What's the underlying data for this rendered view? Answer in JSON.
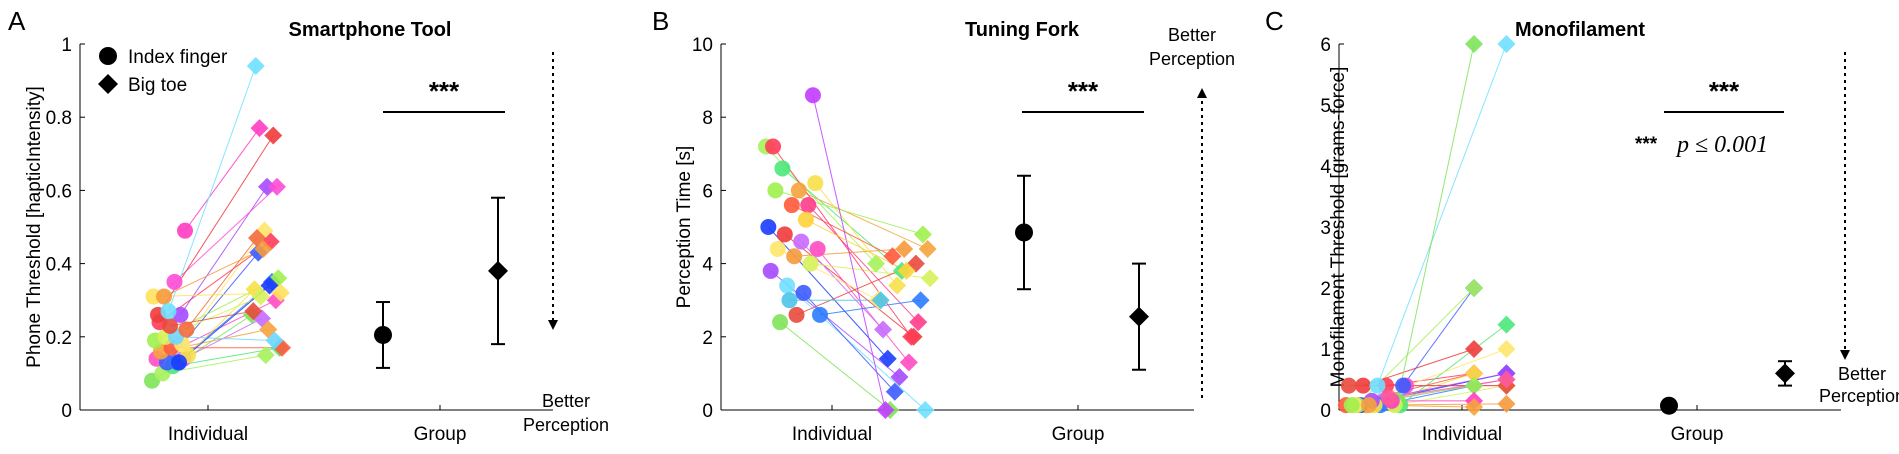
{
  "chart_data": [
    {
      "type": "scatter",
      "panel_letter": "A",
      "title": "Smartphone Tool",
      "xlabel": "",
      "ylabel": "Phone Threshold [hapticIntensity]",
      "ylim": [
        0,
        1
      ],
      "yticks": [
        0,
        0.2,
        0.4,
        0.6,
        0.8,
        1
      ],
      "ytick_labels": [
        "0",
        "0.2",
        "0.4",
        "0.6",
        "0.8",
        "1"
      ],
      "categories": [
        "Individual",
        "Group"
      ],
      "grid": false,
      "legend": {
        "placement": "top-left",
        "entries": [
          {
            "marker": "circle",
            "label": "Index finger"
          },
          {
            "marker": "diamond",
            "label": "Big toe"
          }
        ]
      },
      "individual_pairs": [
        {
          "color": "#7fe35a",
          "finger": 0.08,
          "toe": 0.26
        },
        {
          "color": "#a6f25c",
          "finger": 0.1,
          "toe": 0.15
        },
        {
          "color": "#4de87a",
          "finger": 0.12,
          "toe": 0.17
        },
        {
          "color": "#c86aff",
          "finger": 0.14,
          "toe": 0.25
        },
        {
          "color": "#ff4dc3",
          "finger": 0.14,
          "toe": 0.3
        },
        {
          "color": "#3c5cff",
          "finger": 0.13,
          "toe": 0.43
        },
        {
          "color": "#2c7cff",
          "finger": 0.13,
          "toe": 0.35
        },
        {
          "color": "#f7e04a",
          "finger": 0.15,
          "toe": 0.33
        },
        {
          "color": "#f5a33c",
          "finger": 0.16,
          "toe": 0.22
        },
        {
          "color": "#ff5a3c",
          "finger": 0.17,
          "toe": 0.17
        },
        {
          "color": "#ffe66b",
          "finger": 0.18,
          "toe": 0.49
        },
        {
          "color": "#9ff04e",
          "finger": 0.19,
          "toe": 0.36
        },
        {
          "color": "#d6f25a",
          "finger": 0.2,
          "toe": 0.31
        },
        {
          "color": "#6fd6ff",
          "finger": 0.2,
          "toe": 0.19
        },
        {
          "color": "#f26b3c",
          "finger": 0.22,
          "toe": 0.47
        },
        {
          "color": "#ff3c5a",
          "finger": 0.24,
          "toe": 0.46
        },
        {
          "color": "#e84a3c",
          "finger": 0.23,
          "toe": 0.27
        },
        {
          "color": "#a64aff",
          "finger": 0.26,
          "toe": 0.61
        },
        {
          "color": "#ffe05a",
          "finger": 0.31,
          "toe": 0.32
        },
        {
          "color": "#f59a3c",
          "finger": 0.31,
          "toe": 0.44
        },
        {
          "color": "#ff4dd6",
          "finger": 0.35,
          "toe": 0.61
        },
        {
          "color": "#ff3cc3",
          "finger": 0.49,
          "toe": 0.77
        },
        {
          "color": "#ef3c3c",
          "finger": 0.26,
          "toe": 0.75
        },
        {
          "color": "#6fe0ff",
          "finger": 0.27,
          "toe": 0.94
        },
        {
          "color": "#1c3cff",
          "finger": 0.13,
          "toe": 0.34
        }
      ],
      "group": [
        {
          "marker": "circle",
          "category": "Group",
          "mean": 0.205,
          "lower": 0.115,
          "upper": 0.295
        },
        {
          "marker": "diamond",
          "category": "Group",
          "mean": 0.38,
          "lower": 0.18,
          "upper": 0.58
        }
      ],
      "significance": "***",
      "arrow": {
        "direction": "down",
        "label_lines": [
          "Better",
          "Perception"
        ]
      }
    },
    {
      "type": "scatter",
      "panel_letter": "B",
      "title": "Tuning Fork",
      "xlabel": "",
      "ylabel": "Perception Time [s]",
      "ylim": [
        0,
        10
      ],
      "yticks": [
        0,
        2,
        4,
        6,
        8,
        10
      ],
      "ytick_labels": [
        "0",
        "2",
        "4",
        "6",
        "8",
        "10"
      ],
      "categories": [
        "Individual",
        "Group"
      ],
      "grid": false,
      "individual_pairs": [
        {
          "color": "#a6f25c",
          "finger": 7.2,
          "toe": 4.0
        },
        {
          "color": "#4de87a",
          "finger": 6.6,
          "toe": 3.8
        },
        {
          "color": "#f5a33c",
          "finger": 6.0,
          "toe": 4.4
        },
        {
          "color": "#f7e04a",
          "finger": 6.2,
          "toe": 3.4
        },
        {
          "color": "#9ff04e",
          "finger": 6.0,
          "toe": 4.8
        },
        {
          "color": "#ff5a3c",
          "finger": 5.6,
          "toe": 4.2
        },
        {
          "color": "#ff3c8a",
          "finger": 5.6,
          "toe": 2.4
        },
        {
          "color": "#1c3cff",
          "finger": 5.0,
          "toe": 1.4
        },
        {
          "color": "#ef3c3c",
          "finger": 4.8,
          "toe": 2.0
        },
        {
          "color": "#c86aff",
          "finger": 4.6,
          "toe": 2.2
        },
        {
          "color": "#ff4dc3",
          "finger": 4.4,
          "toe": 1.3
        },
        {
          "color": "#ffe66b",
          "finger": 4.4,
          "toe": 3.0
        },
        {
          "color": "#f59a3c",
          "finger": 4.2,
          "toe": 4.4
        },
        {
          "color": "#d6f25a",
          "finger": 4.0,
          "toe": 3.6
        },
        {
          "color": "#a64aff",
          "finger": 3.8,
          "toe": 0.9
        },
        {
          "color": "#6fe0ff",
          "finger": 3.4,
          "toe": 0.0
        },
        {
          "color": "#3c5cff",
          "finger": 3.2,
          "toe": 0.5
        },
        {
          "color": "#2c7cff",
          "finger": 2.6,
          "toe": 3.0
        },
        {
          "color": "#7fe35a",
          "finger": 2.4,
          "toe": 0.0
        },
        {
          "color": "#e84a3c",
          "finger": 2.6,
          "toe": 4.0
        },
        {
          "color": "#c13cff",
          "finger": 8.6,
          "toe": 0.0
        },
        {
          "color": "#ff3c5a",
          "finger": 7.2,
          "toe": 2.0
        },
        {
          "color": "#4dc3e8",
          "finger": 3.0,
          "toe": 3.0
        },
        {
          "color": "#ffd23c",
          "finger": 5.2,
          "toe": 3.8
        }
      ],
      "group": [
        {
          "marker": "circle",
          "category": "Group",
          "mean": 4.85,
          "lower": 3.3,
          "upper": 6.4
        },
        {
          "marker": "diamond",
          "category": "Group",
          "mean": 2.55,
          "lower": 1.1,
          "upper": 4.0
        }
      ],
      "significance": "***",
      "arrow": {
        "direction": "up",
        "label_lines": [
          "Better",
          "Perception"
        ]
      }
    },
    {
      "type": "scatter",
      "panel_letter": "C",
      "title": "Monofilament",
      "xlabel": "",
      "ylabel": "Monofilament Threshold [grams-force]",
      "ylim": [
        0,
        6
      ],
      "yticks": [
        0,
        1,
        2,
        3,
        4,
        5,
        6
      ],
      "ytick_labels": [
        "0",
        "1",
        "2",
        "3",
        "4",
        "5",
        "6"
      ],
      "categories": [
        "Individual",
        "Group"
      ],
      "grid": false,
      "individual_pairs": [
        {
          "color": "#ff5a3c",
          "finger": 0.08,
          "toe": 0.6
        },
        {
          "color": "#f59a3c",
          "finger": 0.08,
          "toe": 0.1
        },
        {
          "color": "#ff3c5a",
          "finger": 0.4,
          "toe": 0.6
        },
        {
          "color": "#ff4dc3",
          "finger": 0.4,
          "toe": 0.4
        },
        {
          "color": "#ef3c3c",
          "finger": 0.4,
          "toe": 1.0
        },
        {
          "color": "#c86aff",
          "finger": 0.15,
          "toe": 0.5
        },
        {
          "color": "#3c5cff",
          "finger": 0.4,
          "toe": 2.0
        },
        {
          "color": "#1c3cff",
          "finger": 0.08,
          "toe": 0.6
        },
        {
          "color": "#2c7cff",
          "finger": 0.08,
          "toe": 0.4
        },
        {
          "color": "#4de87a",
          "finger": 0.08,
          "toe": 1.4
        },
        {
          "color": "#a6f25c",
          "finger": 0.08,
          "toe": 2.0
        },
        {
          "color": "#6fe0ff",
          "finger": 0.4,
          "toe": 6.0
        },
        {
          "color": "#7fe35a",
          "finger": 0.15,
          "toe": 6.0
        },
        {
          "color": "#ffe66b",
          "finger": 0.08,
          "toe": 1.0
        },
        {
          "color": "#f7e04a",
          "finger": 0.08,
          "toe": 0.6
        },
        {
          "color": "#d6f25a",
          "finger": 0.08,
          "toe": 0.4
        },
        {
          "color": "#9ff04e",
          "finger": 0.08,
          "toe": 0.4
        },
        {
          "color": "#a64aff",
          "finger": 0.15,
          "toe": 0.6
        },
        {
          "color": "#ff3cc3",
          "finger": 0.15,
          "toe": 0.15
        },
        {
          "color": "#e84a3c",
          "finger": 0.4,
          "toe": 0.4
        },
        {
          "color": "#f5a33c",
          "finger": 0.08,
          "toe": 0.05
        },
        {
          "color": "#ff5a9a",
          "finger": 0.2,
          "toe": 0.5
        }
      ],
      "group": [
        {
          "marker": "circle",
          "category": "Individual/Group",
          "mean": 0.07,
          "lower": 0.04,
          "upper": 0.1
        },
        {
          "marker": "diamond",
          "category": "Group",
          "mean": 0.6,
          "lower": 0.4,
          "upper": 0.8
        }
      ],
      "significance": "***",
      "significance_legend": {
        "stars": "***",
        "text": "p ≤ 0.001"
      },
      "arrow": {
        "direction": "down",
        "label_lines": [
          "Better",
          "Perception"
        ]
      }
    }
  ]
}
